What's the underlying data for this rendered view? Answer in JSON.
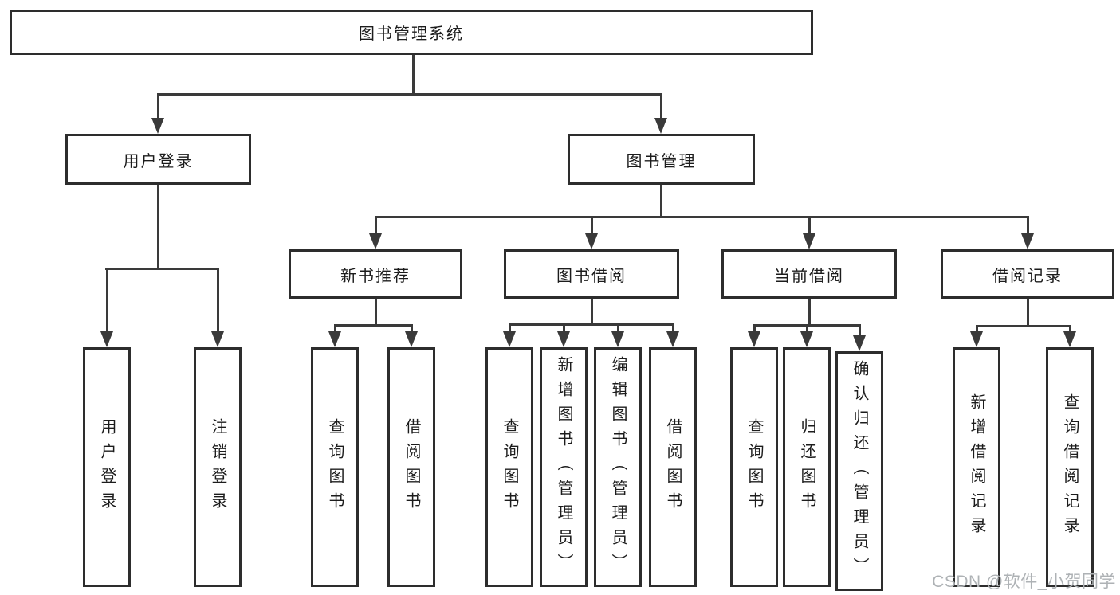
{
  "diagram": {
    "root": {
      "label": "图书管理系统",
      "children": [
        {
          "label": "用户登录",
          "children": [
            {
              "label": "用户登录"
            },
            {
              "label": "注销登录"
            }
          ]
        },
        {
          "label": "图书管理",
          "children": [
            {
              "label": "新书推荐",
              "children": [
                {
                  "label": "查询图书"
                },
                {
                  "label": "借阅图书"
                }
              ]
            },
            {
              "label": "图书借阅",
              "children": [
                {
                  "label": "查询图书"
                },
                {
                  "label": "新增图书（管理员）"
                },
                {
                  "label": "编辑图书（管理员）"
                },
                {
                  "label": "借阅图书"
                }
              ]
            },
            {
              "label": "当前借阅",
              "children": [
                {
                  "label": "查询图书"
                },
                {
                  "label": "归还图书"
                },
                {
                  "label": "确认归还（管理员）"
                }
              ]
            },
            {
              "label": "借阅记录",
              "children": [
                {
                  "label": "新增借阅记录"
                },
                {
                  "label": "查询借阅记录"
                }
              ]
            }
          ]
        }
      ]
    }
  },
  "watermark": {
    "text": "CSDN @软件_小贺同学"
  },
  "colors": {
    "line": "#3a3a3a",
    "box_border": "#2d2d2d",
    "text": "#1c1c1c",
    "background": "#ffffff",
    "watermark": "#aeb2b5"
  }
}
